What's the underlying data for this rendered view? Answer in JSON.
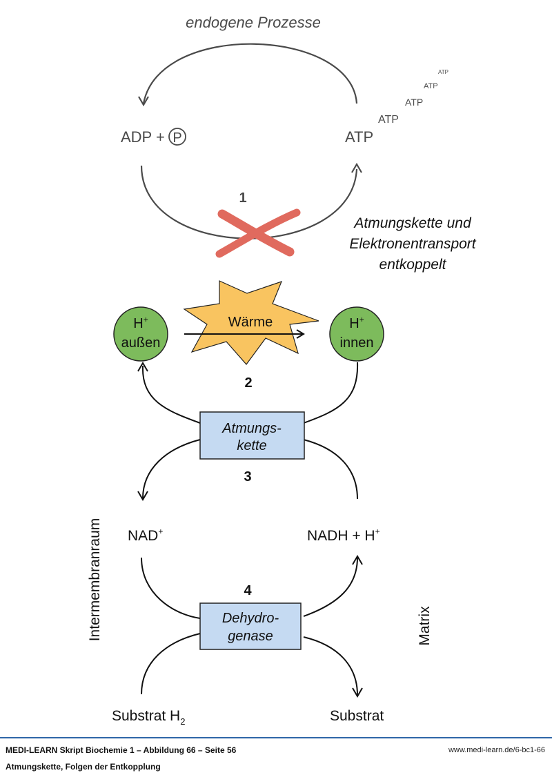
{
  "figure": {
    "endogenous_label": "endogene Prozesse",
    "adp_label": "ADP + ",
    "phosphate_symbol": "P",
    "atp_main": "ATP",
    "atp_trail": [
      "ATP",
      "ATP",
      "ATP",
      "ATP"
    ],
    "step1": "1",
    "uncoupled_lines": [
      "Atmungskette und",
      "Elektronentransport",
      "entkoppelt"
    ],
    "h_outside": {
      "top": "H",
      "sup": "+",
      "bottom": "außen"
    },
    "h_inside": {
      "top": "H",
      "sup": "+",
      "bottom": "innen"
    },
    "heat_label": "Wärme",
    "step2": "2",
    "resp_chain_box": [
      "Atmungs-",
      "kette"
    ],
    "step3": "3",
    "nad_label": "NAD",
    "nad_sup": "+",
    "nadh_label": "NADH + H",
    "nadh_sup": "+",
    "step4": "4",
    "dehydrogenase_box": [
      "Dehydro-",
      "genase"
    ],
    "substrate_h2": "Substrat H",
    "substrate_h2_sub": "2",
    "substrate": "Substrat",
    "side_left": "Intermembranraum",
    "side_right": "Matrix"
  },
  "colors": {
    "cross_red": "#e06a5e",
    "circle_green": "#7dbb5c",
    "star_yellow": "#f9c460",
    "box_blue": "#c5daf2",
    "footer_rule": "#2f66a8"
  },
  "footer": {
    "title": "MEDI-LEARN Skript Biochemie 1 – Abbildung 66 – Seite 56",
    "url": "www.medi-learn.de/6-bc1-66",
    "caption": "Atmungskette, Folgen der Entkopplung"
  }
}
